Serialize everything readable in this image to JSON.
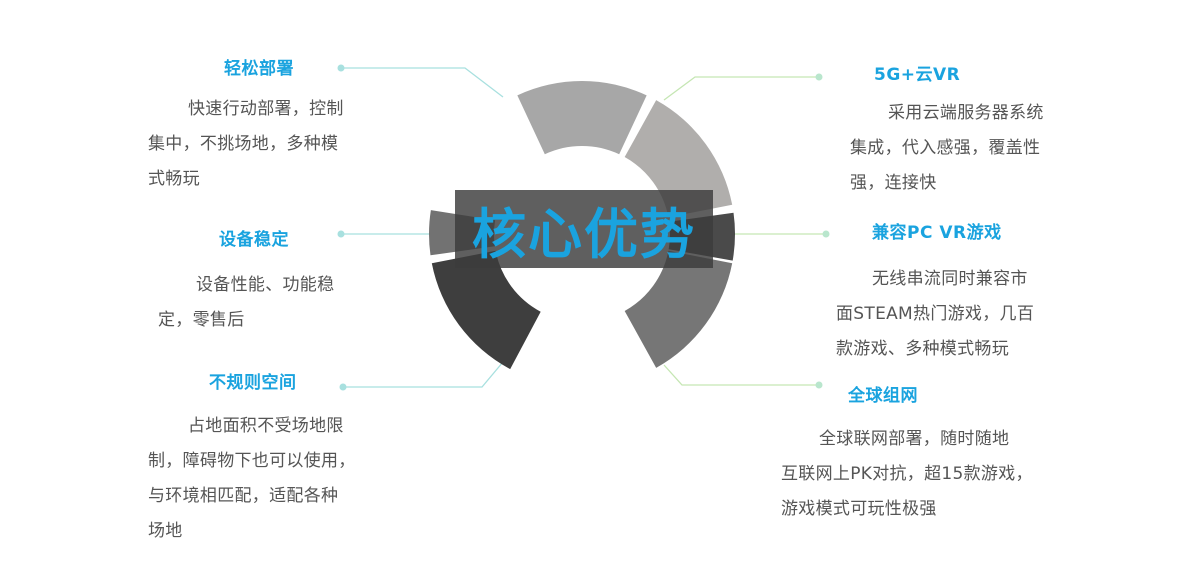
{
  "center_title": "核心优势",
  "colors": {
    "accent": "#1aa3df",
    "text": "#555555",
    "connector": "#a8e0df",
    "connector_dot": "#b9e6cd"
  },
  "features": {
    "easy_deploy": {
      "title": "轻松部署",
      "lines": [
        "快速行动部署，控制",
        "集中，不挑场地，多种模",
        "式畅玩"
      ]
    },
    "stable": {
      "title": "设备稳定",
      "lines": [
        "设备性能、功能稳",
        "定，零售后"
      ]
    },
    "irregular_space": {
      "title": "不规则空间",
      "lines": [
        "占地面积不受场地限",
        "制，障碍物下也可以使用，",
        "与环境相匹配，适配各种",
        "场地"
      ]
    },
    "cloud_vr": {
      "title": "5G+云VR",
      "lines": [
        "采用云端服务器系统",
        "集成，代入感强，覆盖性",
        "强，连接快"
      ]
    },
    "pc_vr": {
      "title": "兼容PC VR游戏",
      "lines": [
        "无线串流同时兼容市",
        "面STEAM热门游戏，几百",
        "款游戏、多种模式畅玩"
      ]
    },
    "global_network": {
      "title": "全球组网",
      "lines": [
        "全球联网部署，随时随地",
        "互联网上PK对抗，超15款游戏，",
        "游戏模式可玩性极强"
      ]
    }
  }
}
